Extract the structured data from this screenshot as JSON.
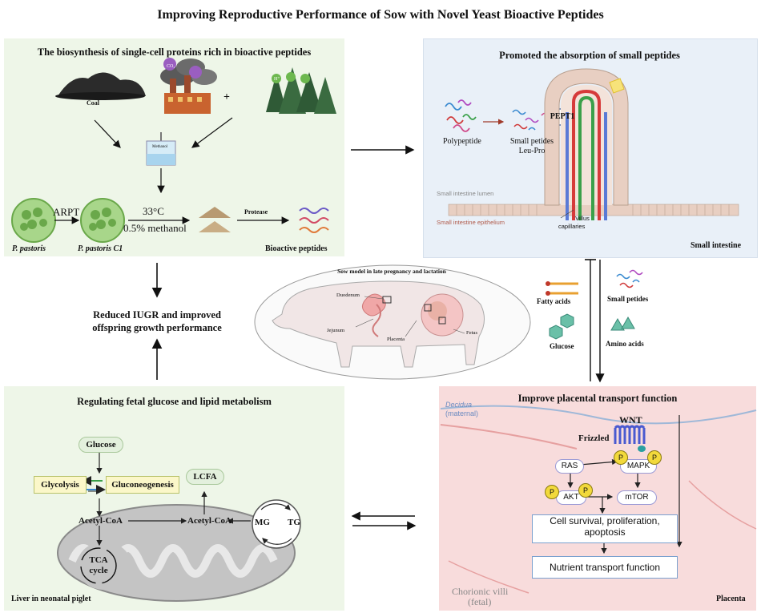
{
  "title": "Improving  Reproductive Performance of Sow with Novel Yeast Bioactive Peptides",
  "top_left": {
    "title": "The biosynthesis of single-cell proteins rich in bioactive peptides",
    "coal": "Coal",
    "plus": "+",
    "methanol": "Methanol",
    "arpt": "ARPT",
    "temp": "33°C",
    "methanol_pct": "0.5% methanol",
    "protease": "Protease",
    "p_pastoris": "P. pastoris",
    "p_pastoris_c1": "P. pastoris C1",
    "bioactive": "Bioactive peptides",
    "co2": "CO₂",
    "h2": "H⁺"
  },
  "top_right": {
    "title": "Promoted the absorption of small peptides",
    "polypeptide": "Polypeptide",
    "small_peptides": "Small petides",
    "leu_pro": "Leu-Pro",
    "pept1": "PEPT1",
    "lumen": "Small intestine lumen",
    "epithelium": "Small intestine epithelium",
    "villus": "Villus",
    "capillaries": "capillaries",
    "footer": "Small intestine"
  },
  "center": {
    "sow_title": "Sow model in late pregnancy and lactation",
    "duodenum": "Duodenum",
    "jejunum": "Jejunum",
    "placenta": "Placenta",
    "fetus": "Fetus",
    "reduced": "Reduced IUGR and improved",
    "offspring": "offspring growth performance"
  },
  "right_mid": {
    "fatty_acids": "Fatty acids",
    "small_peptides": "Small petides",
    "glucose": "Glucose",
    "amino_acids": "Amino acids"
  },
  "bottom_left": {
    "title": "Regulating fetal glucose and lipid metabolism",
    "glucose": "Glucose",
    "glycolysis": "Glycolysis",
    "gluconeogenesis": "Gluconeogenesis",
    "lcfa": "LCFA",
    "acetyl1": "Acetyl-CoA",
    "acetyl2": "Acetyl-CoA",
    "mg": "MG",
    "tg": "TG",
    "tca1": "TCA",
    "tca2": "cycle",
    "footer": "Liver  in neonatal piglet"
  },
  "bottom_right": {
    "title": "Improve placental transport function",
    "decidua": "Decidua",
    "maternal": "(maternal)",
    "wnt": "WNT",
    "frizzled": "Frizzled",
    "ras": "RAS",
    "mapk": "MAPK",
    "akt": "AKT",
    "mtor": "mTOR",
    "p": "P",
    "cell": "Cell survival, proliferation,",
    "apoptosis": "apoptosis",
    "nutrient": "Nutrient transport function",
    "chorionic": "Chorionic villi",
    "fetal": "(fetal)",
    "footer": "Placenta"
  },
  "colors": {
    "panel_green": "#eef6e8",
    "panel_blue": "#e9f0f8",
    "panel_pink": "#f8dcdc",
    "cell_green": "#7dc35a"
  }
}
